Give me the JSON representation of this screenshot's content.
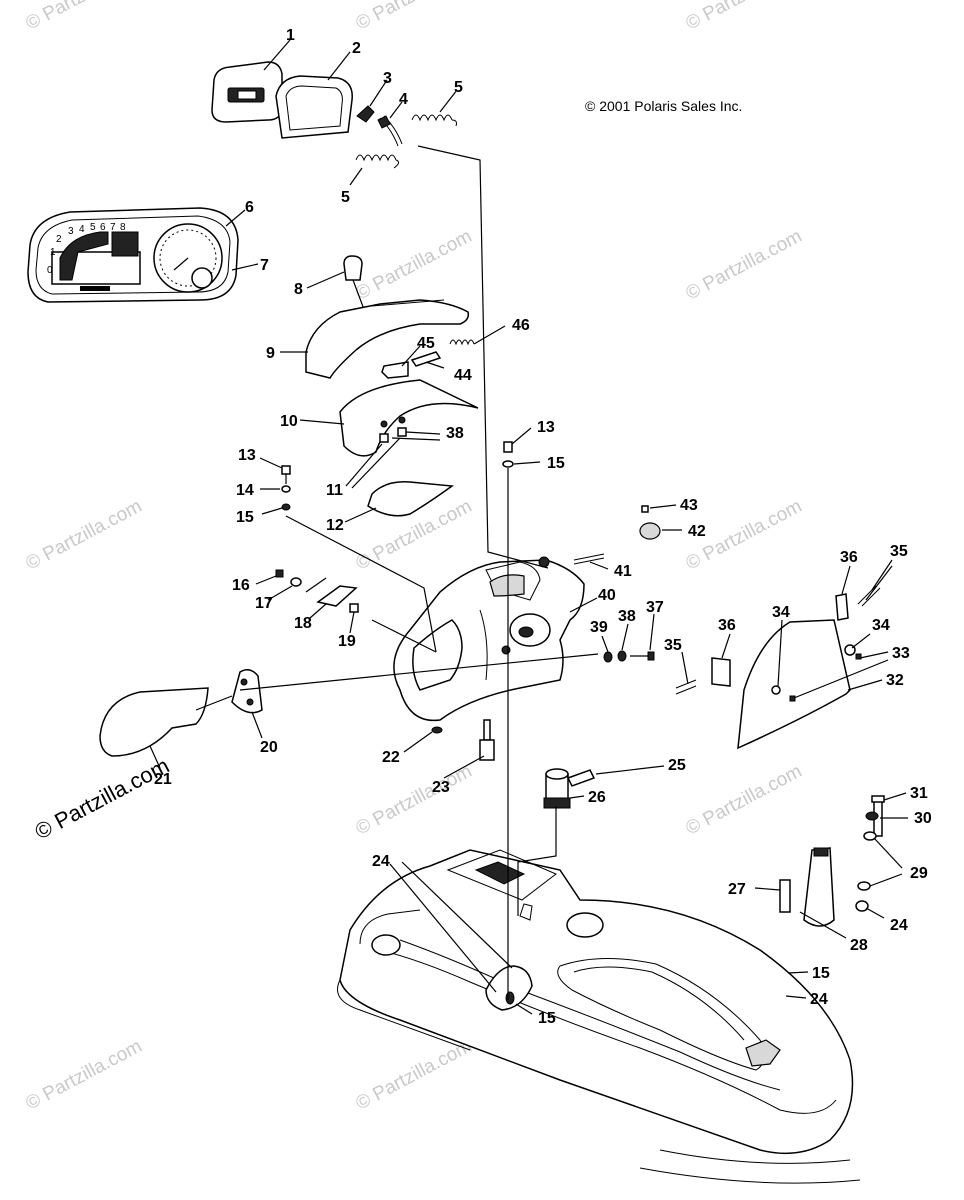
{
  "copyright": "© 2001 Polaris Sales Inc.",
  "watermark": "© Partzilla.com",
  "callouts": [
    {
      "id": "c1",
      "label": "1"
    },
    {
      "id": "c2",
      "label": "2"
    },
    {
      "id": "c3",
      "label": "3"
    },
    {
      "id": "c4",
      "label": "4"
    },
    {
      "id": "c5a",
      "label": "5"
    },
    {
      "id": "c5b",
      "label": "5"
    },
    {
      "id": "c6",
      "label": "6"
    },
    {
      "id": "c7",
      "label": "7"
    },
    {
      "id": "c8",
      "label": "8"
    },
    {
      "id": "c9",
      "label": "9"
    },
    {
      "id": "c46",
      "label": "46"
    },
    {
      "id": "c45",
      "label": "45"
    },
    {
      "id": "c44",
      "label": "44"
    },
    {
      "id": "c10",
      "label": "10"
    },
    {
      "id": "c38a",
      "label": "38"
    },
    {
      "id": "c13a",
      "label": "13"
    },
    {
      "id": "c13b",
      "label": "13"
    },
    {
      "id": "c15a",
      "label": "15"
    },
    {
      "id": "c14",
      "label": "14"
    },
    {
      "id": "c15b",
      "label": "15"
    },
    {
      "id": "c11",
      "label": "11"
    },
    {
      "id": "c12",
      "label": "12"
    },
    {
      "id": "c43",
      "label": "43"
    },
    {
      "id": "c42",
      "label": "42"
    },
    {
      "id": "c41",
      "label": "41"
    },
    {
      "id": "c16",
      "label": "16"
    },
    {
      "id": "c17",
      "label": "17"
    },
    {
      "id": "c18",
      "label": "18"
    },
    {
      "id": "c19",
      "label": "19"
    },
    {
      "id": "c40",
      "label": "40"
    },
    {
      "id": "c39",
      "label": "39"
    },
    {
      "id": "c38b",
      "label": "38"
    },
    {
      "id": "c37",
      "label": "37"
    },
    {
      "id": "c36a",
      "label": "36"
    },
    {
      "id": "c35a",
      "label": "35"
    },
    {
      "id": "c34a",
      "label": "34"
    },
    {
      "id": "c34b",
      "label": "34"
    },
    {
      "id": "c36b",
      "label": "36"
    },
    {
      "id": "c35b",
      "label": "35"
    },
    {
      "id": "c33",
      "label": "33"
    },
    {
      "id": "c32",
      "label": "32"
    },
    {
      "id": "c20",
      "label": "20"
    },
    {
      "id": "c21",
      "label": "21"
    },
    {
      "id": "c22",
      "label": "22"
    },
    {
      "id": "c23",
      "label": "23"
    },
    {
      "id": "c25",
      "label": "25"
    },
    {
      "id": "c26",
      "label": "26"
    },
    {
      "id": "c31",
      "label": "31"
    },
    {
      "id": "c30",
      "label": "30"
    },
    {
      "id": "c24a",
      "label": "24"
    },
    {
      "id": "c29",
      "label": "29"
    },
    {
      "id": "c27",
      "label": "27"
    },
    {
      "id": "c24b",
      "label": "24"
    },
    {
      "id": "c28",
      "label": "28"
    },
    {
      "id": "c15c",
      "label": "15"
    },
    {
      "id": "c24c",
      "label": "24"
    },
    {
      "id": "c15d",
      "label": "15"
    }
  ],
  "gauge_numbers": [
    "0",
    "1",
    "2",
    "3",
    "4",
    "5",
    "6",
    "7",
    "8"
  ]
}
